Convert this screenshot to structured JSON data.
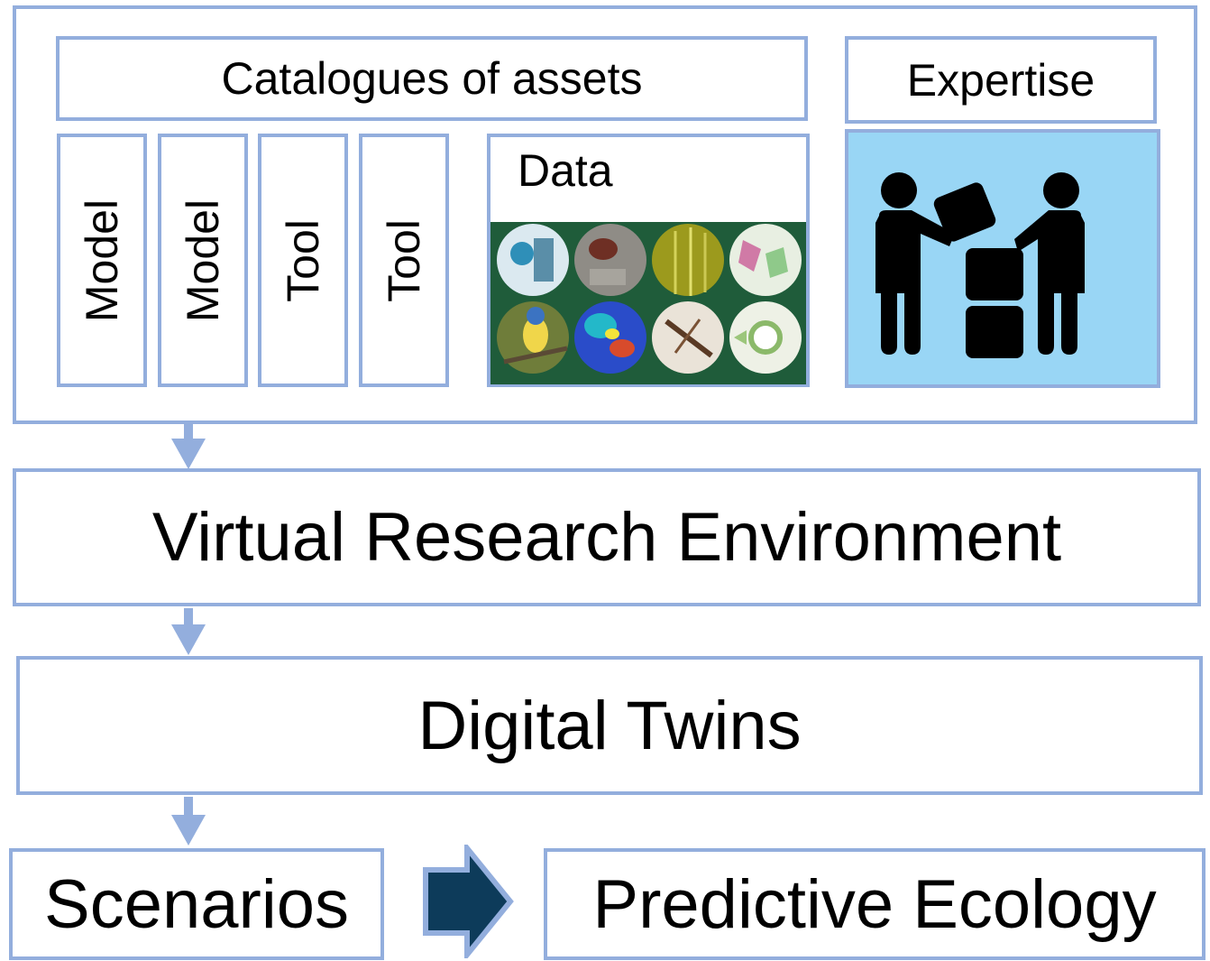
{
  "catalogue": {
    "title": "Catalogues of assets",
    "items": [
      "Model",
      "Model",
      "Tool",
      "Tool"
    ],
    "data_label": "Data"
  },
  "expertise": {
    "title": "Expertise",
    "icon": "people-exchanging-blocks-icon"
  },
  "vre": {
    "label": "Virtual Research Environment"
  },
  "twins": {
    "label": "Digital Twins"
  },
  "scenarios": {
    "label": "Scenarios"
  },
  "predictive": {
    "label": "Predictive Ecology"
  },
  "colors": {
    "border": "#93aedd",
    "expertise_bg": "#99d6f5",
    "data_bg": "#1f5c3a",
    "big_arrow": "#0d3b5a"
  }
}
